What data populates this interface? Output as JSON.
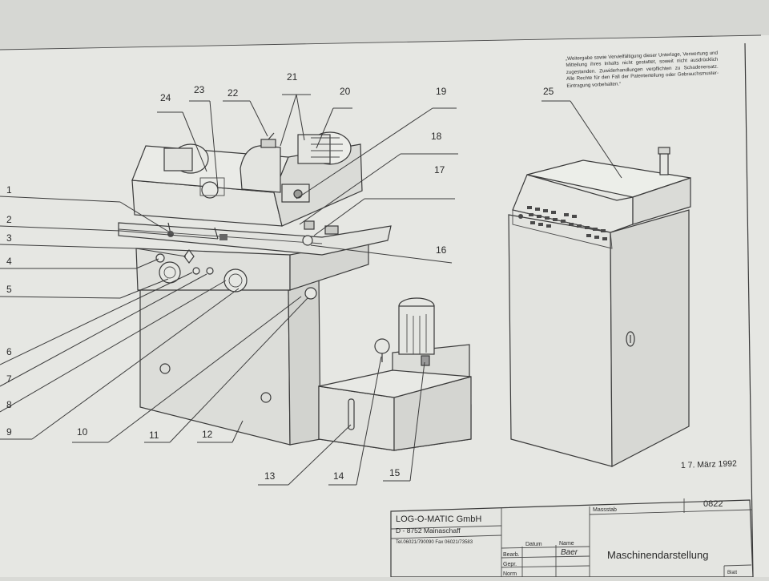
{
  "notice": "„Weitergabe sowie Vervielfältigung dieser Unterlage, Verwertung und Mitteilung ihres Inhalts nicht gestattet, soweit nicht ausdrücklich zugestanden. Zuwiderhandlungen verpflichten zu Schadenersatz. Alle Rechte für den Fall der Patenterteilung oder Gebrauchsmuster-Eintragung vorbehalten.“",
  "date_stamp": "1 7. März 1992",
  "callouts": [
    "1",
    "2",
    "3",
    "4",
    "5",
    "6",
    "7",
    "8",
    "9",
    "10",
    "11",
    "12",
    "13",
    "14",
    "15",
    "16",
    "17",
    "18",
    "19",
    "20",
    "21",
    "22",
    "23",
    "24",
    "25"
  ],
  "title_block": {
    "company_name": "LOG-O-MATIC GmbH",
    "company_address": "D - 8752 Mainaschaff",
    "company_contact": "Tel.06021/790090   Fax 06021/73583",
    "massstab_label": "Massstab",
    "drawing_number": "0822",
    "datum_label": "Datum",
    "name_label": "Name",
    "bearb_label": "Bearb.",
    "gepr_label": "Gepr.",
    "norm_label": "Norm",
    "bearb_name": "Baer",
    "drawing_title": "Maschinendarstellung",
    "blatt_label": "Blatt"
  },
  "colors": {
    "paper": "#e7e8e4",
    "background": "#d9dad6",
    "ink": "#3a3a3a"
  }
}
